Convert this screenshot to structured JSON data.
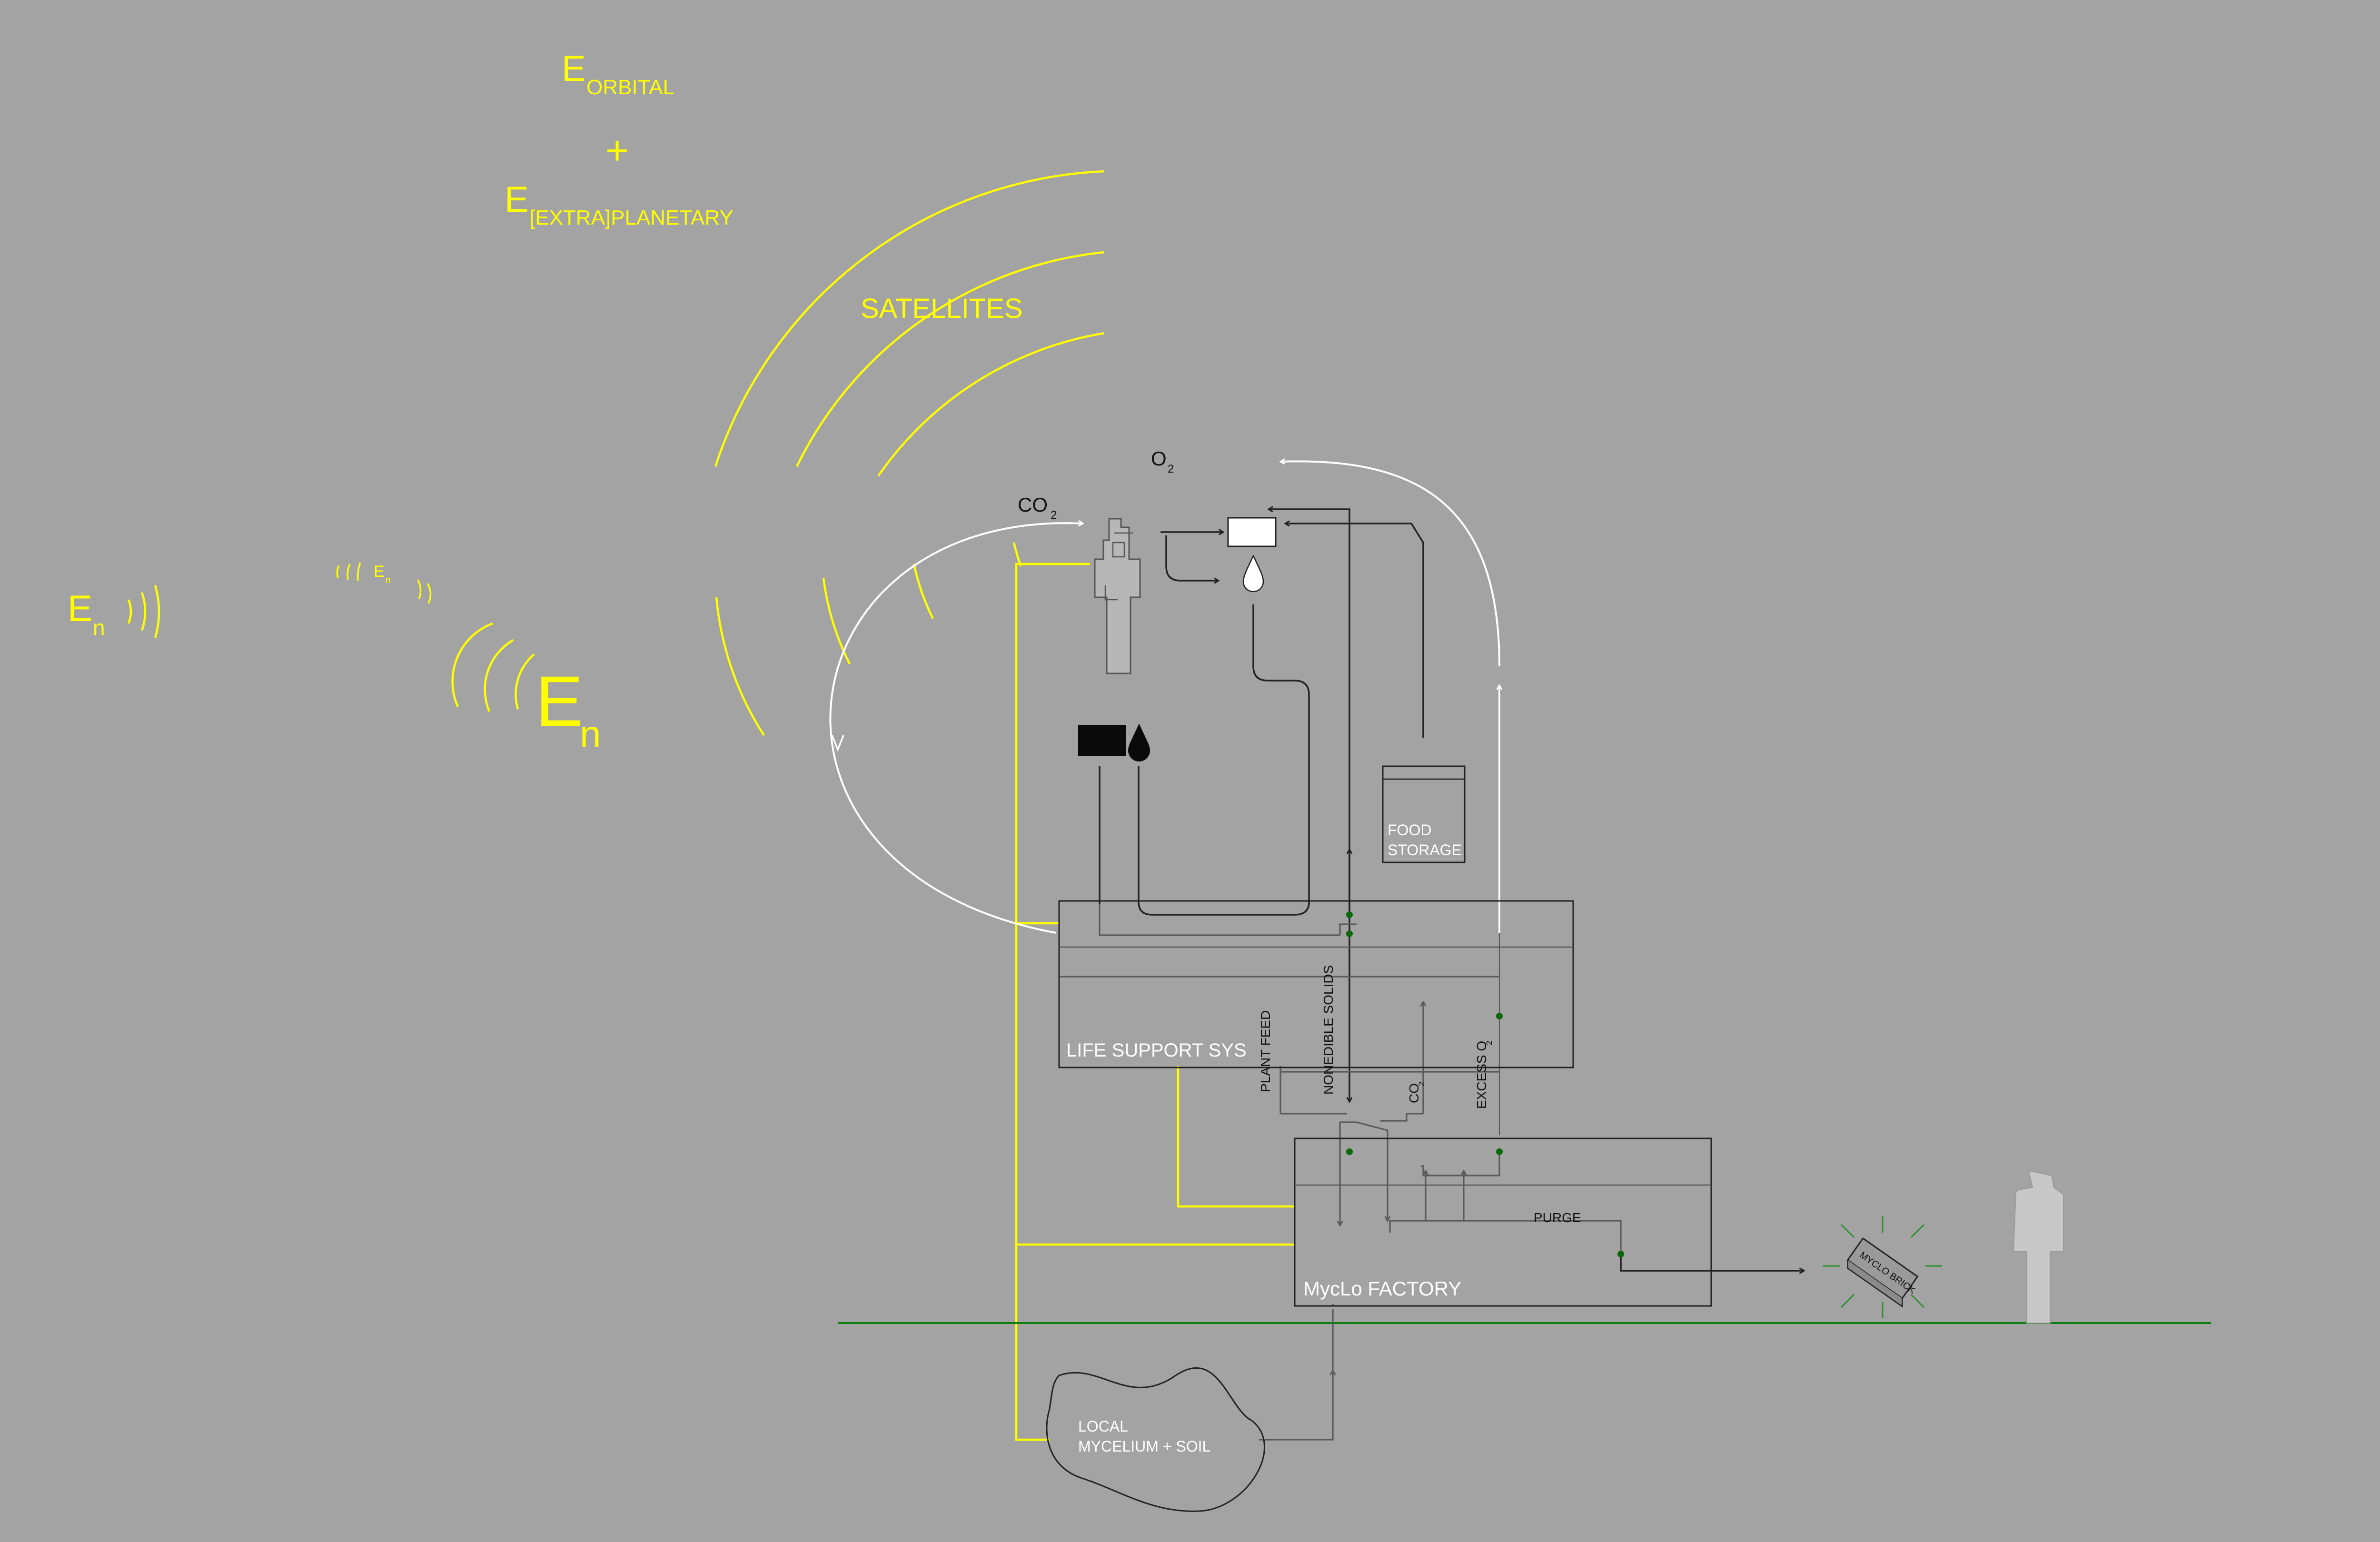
{
  "colors": {
    "background": "#a3a3a3",
    "energy": "#ffff00",
    "flow_white": "#ffffff",
    "flow_dark": "#222222",
    "flow_grey": "#5a5a5a",
    "ground": "#0f7d0f",
    "node": "#0a6a0a",
    "brick_glow": "#2f8f2f"
  },
  "energy": {
    "orbital_e": "E",
    "orbital_sub": "ORBITAL",
    "plus": "+",
    "extra_e": "E",
    "extra_sub": "[EXTRA]PLANETARY",
    "satellites": "SATELLITES",
    "en_e": "E",
    "en_sub": "n"
  },
  "gases": {
    "co2_main": "CO",
    "o2_top": "O",
    "co2_label": "CO",
    "sub2": "2",
    "excess_o2": "EXCESS O",
    "o2_sub": "2"
  },
  "boxes": {
    "food_storage_1": "FOOD",
    "food_storage_2": "STORAGE",
    "life_support": "LIFE SUPPORT SYS",
    "factory": "MycLo FACTORY",
    "mycelium_1": "LOCAL",
    "mycelium_2": "MYCELIUM + SOIL"
  },
  "flows": {
    "plant_feed": "PLANT FEED",
    "nonedible_solids": "NONEDIBLE SOLIDS",
    "purge": "PURGE"
  },
  "product": {
    "brick_label": "MYCLO BRICK"
  }
}
